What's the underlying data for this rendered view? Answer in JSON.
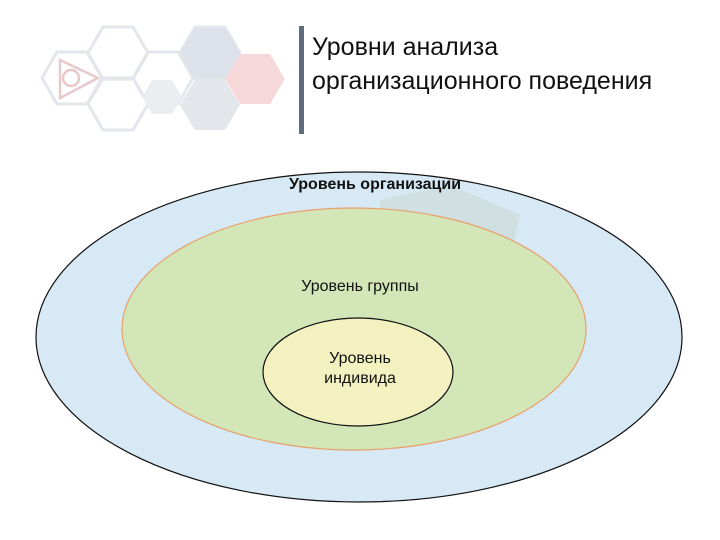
{
  "title": {
    "line1": "Уровни анализа",
    "line2": "организационного поведения"
  },
  "levels": {
    "organization": "Уровень организации",
    "group": "Уровень группы",
    "individual_line1": "Уровень",
    "individual_line2": "индивида"
  },
  "colors": {
    "outer_fill": "#d7e9f5",
    "middle_fill": "#d3e6b8",
    "inner_fill": "#f4f1c0",
    "middle_stroke": "#e8a06b",
    "title_bar": "#5e6b7a"
  }
}
